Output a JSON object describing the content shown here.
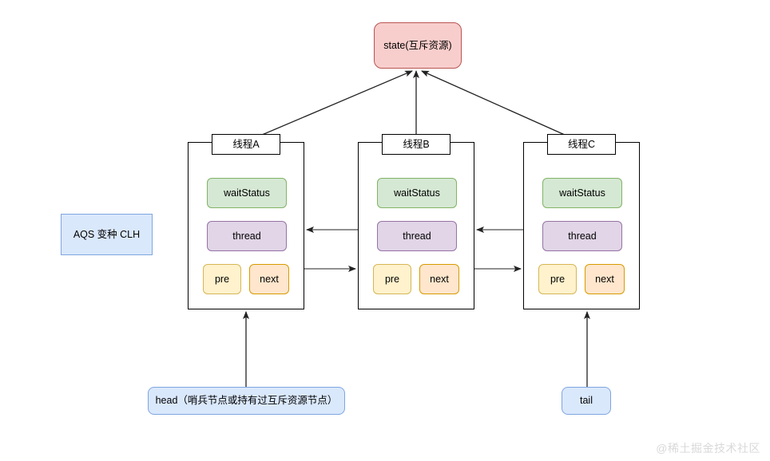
{
  "diagram": {
    "title": "AQS CLH queue diagram",
    "state_node": {
      "label": "state(互斥资源)"
    },
    "aqs_note": {
      "label": "AQS 变种 CLH"
    },
    "head_note": {
      "label": "head（哨兵节点或持有过互斥资源节点）"
    },
    "tail_note": {
      "label": "tail"
    },
    "watermark": {
      "label": "@稀土掘金技术社区"
    },
    "threads": [
      {
        "title": "线程A",
        "fields": {
          "wait_status": "waitStatus",
          "thread": "thread",
          "pre": "pre",
          "next": "next"
        }
      },
      {
        "title": "线程B",
        "fields": {
          "wait_status": "waitStatus",
          "thread": "thread",
          "pre": "pre",
          "next": "next"
        }
      },
      {
        "title": "线程C",
        "fields": {
          "wait_status": "waitStatus",
          "thread": "thread",
          "pre": "pre",
          "next": "next"
        }
      }
    ],
    "colors": {
      "state_fill": "#f8cecc",
      "state_stroke": "#b85450",
      "wait_status_fill": "#d5e8d4",
      "wait_status_stroke": "#82b366",
      "thread_fill": "#e1d5e7",
      "thread_stroke": "#9673a6",
      "pre_fill": "#fff2cc",
      "pre_stroke": "#d6b656",
      "next_fill": "#ffe6cc",
      "next_stroke": "#d79b00",
      "note_fill": "#dae8fc",
      "note_stroke": "#7ea6e0",
      "edge_stroke": "#4d4d4d",
      "box_stroke": "#000000",
      "background": "#ffffff",
      "watermark": "#d9d9d9"
    }
  }
}
